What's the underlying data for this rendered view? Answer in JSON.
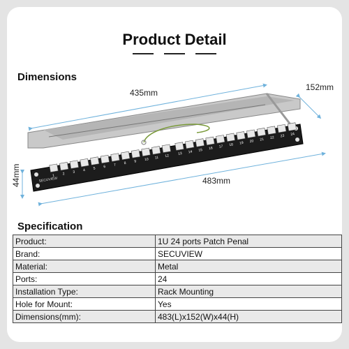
{
  "header": {
    "title": "Product Detail"
  },
  "dimensions": {
    "heading": "Dimensions",
    "depth_label": "435mm",
    "width_label": "483mm",
    "height_label": "44mm",
    "side_label": "152mm",
    "brand_mark": "SECUVIEW",
    "ports": [
      "1",
      "2",
      "3",
      "4",
      "5",
      "6",
      "7",
      "8",
      "9",
      "10",
      "11",
      "12",
      "13",
      "14",
      "15",
      "16",
      "17",
      "18",
      "19",
      "20",
      "21",
      "22",
      "23",
      "24"
    ]
  },
  "specification": {
    "heading": "Specification",
    "rows": [
      {
        "key": "Product:",
        "value": "1U 24 ports Patch Penal"
      },
      {
        "key": "Brand:",
        "value": "SECUVIEW"
      },
      {
        "key": "Material:",
        "value": "Metal"
      },
      {
        "key": "Ports:",
        "value": "24"
      },
      {
        "key": "Installation Type:",
        "value": "Rack Mounting"
      },
      {
        "key": "Hole for Mount:",
        "value": "Yes"
      },
      {
        "key": "Dimensions(mm):",
        "value": "483(L)x152(W)x44(H)"
      }
    ]
  },
  "colors": {
    "arrow": "#6fb2dc",
    "panel": "#1c1c1c",
    "alt_row": "#e9e9e9"
  }
}
